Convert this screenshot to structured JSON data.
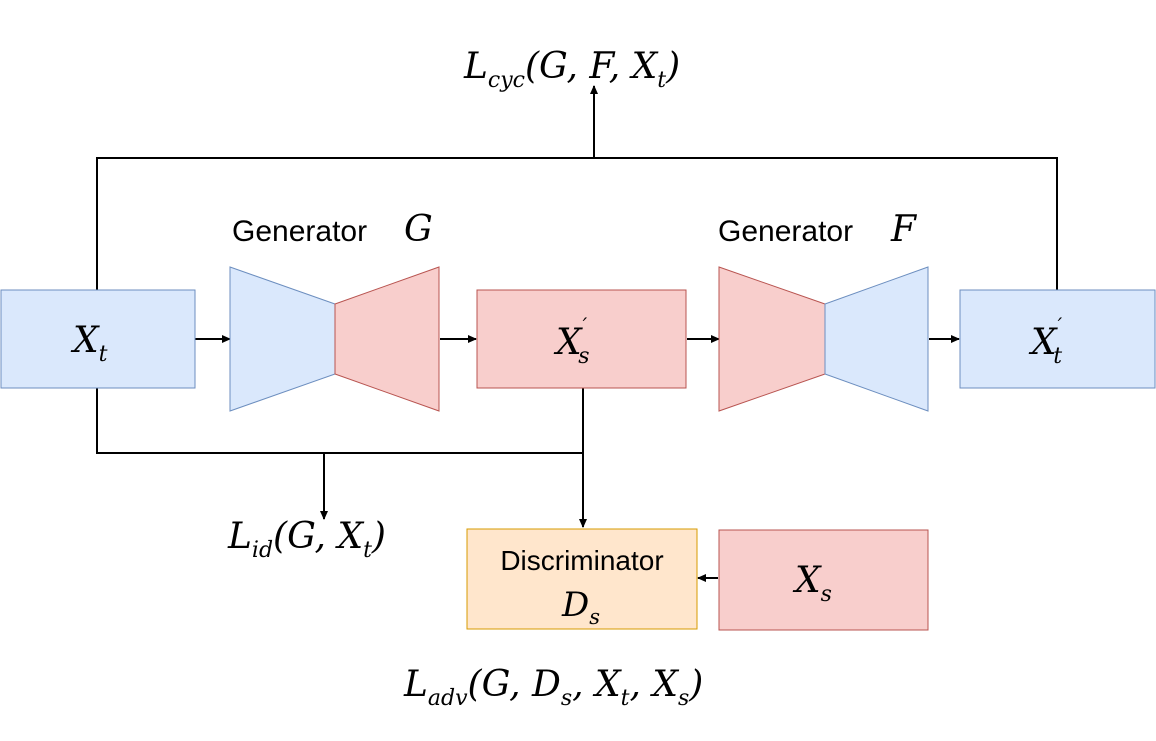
{
  "colors": {
    "blue_fill": "#dae8fc",
    "blue_stroke": "#6c8ebf",
    "red_fill": "#f8cecc",
    "red_stroke": "#b85450",
    "orange_fill": "#ffe6cc",
    "orange_stroke": "#d79b00",
    "line": "#000000"
  },
  "labels": {
    "generator_g_prefix": "Generator",
    "generator_g_symbol": "G",
    "generator_f_prefix": "Generator",
    "generator_f_symbol": "F",
    "discriminator_word": "Discriminator",
    "discriminator_symbol_base": "D",
    "discriminator_symbol_sub": "s"
  },
  "boxes": {
    "xt": {
      "base": "X",
      "sub": "t"
    },
    "xs_prime": {
      "base": "X",
      "sub": "s",
      "sup": "′"
    },
    "xt_prime": {
      "base": "X",
      "sub": "t",
      "sup": "′"
    },
    "xs": {
      "base": "X",
      "sub": "s"
    }
  },
  "losses": {
    "cyc": {
      "base": "L",
      "sub": "cyc",
      "args": "(G, F, X",
      "arg_sub": "t",
      "close": ")"
    },
    "id": {
      "base": "L",
      "sub": "id",
      "args": "(G, X",
      "arg_sub": "t",
      "close": ")"
    },
    "adv": {
      "base": "L",
      "sub": "adv",
      "args_1": "(G, D",
      "sub_1": "s",
      "args_2": ", X",
      "sub_2": "t",
      "args_3": ", X",
      "sub_3": "s",
      "close": ")"
    }
  }
}
